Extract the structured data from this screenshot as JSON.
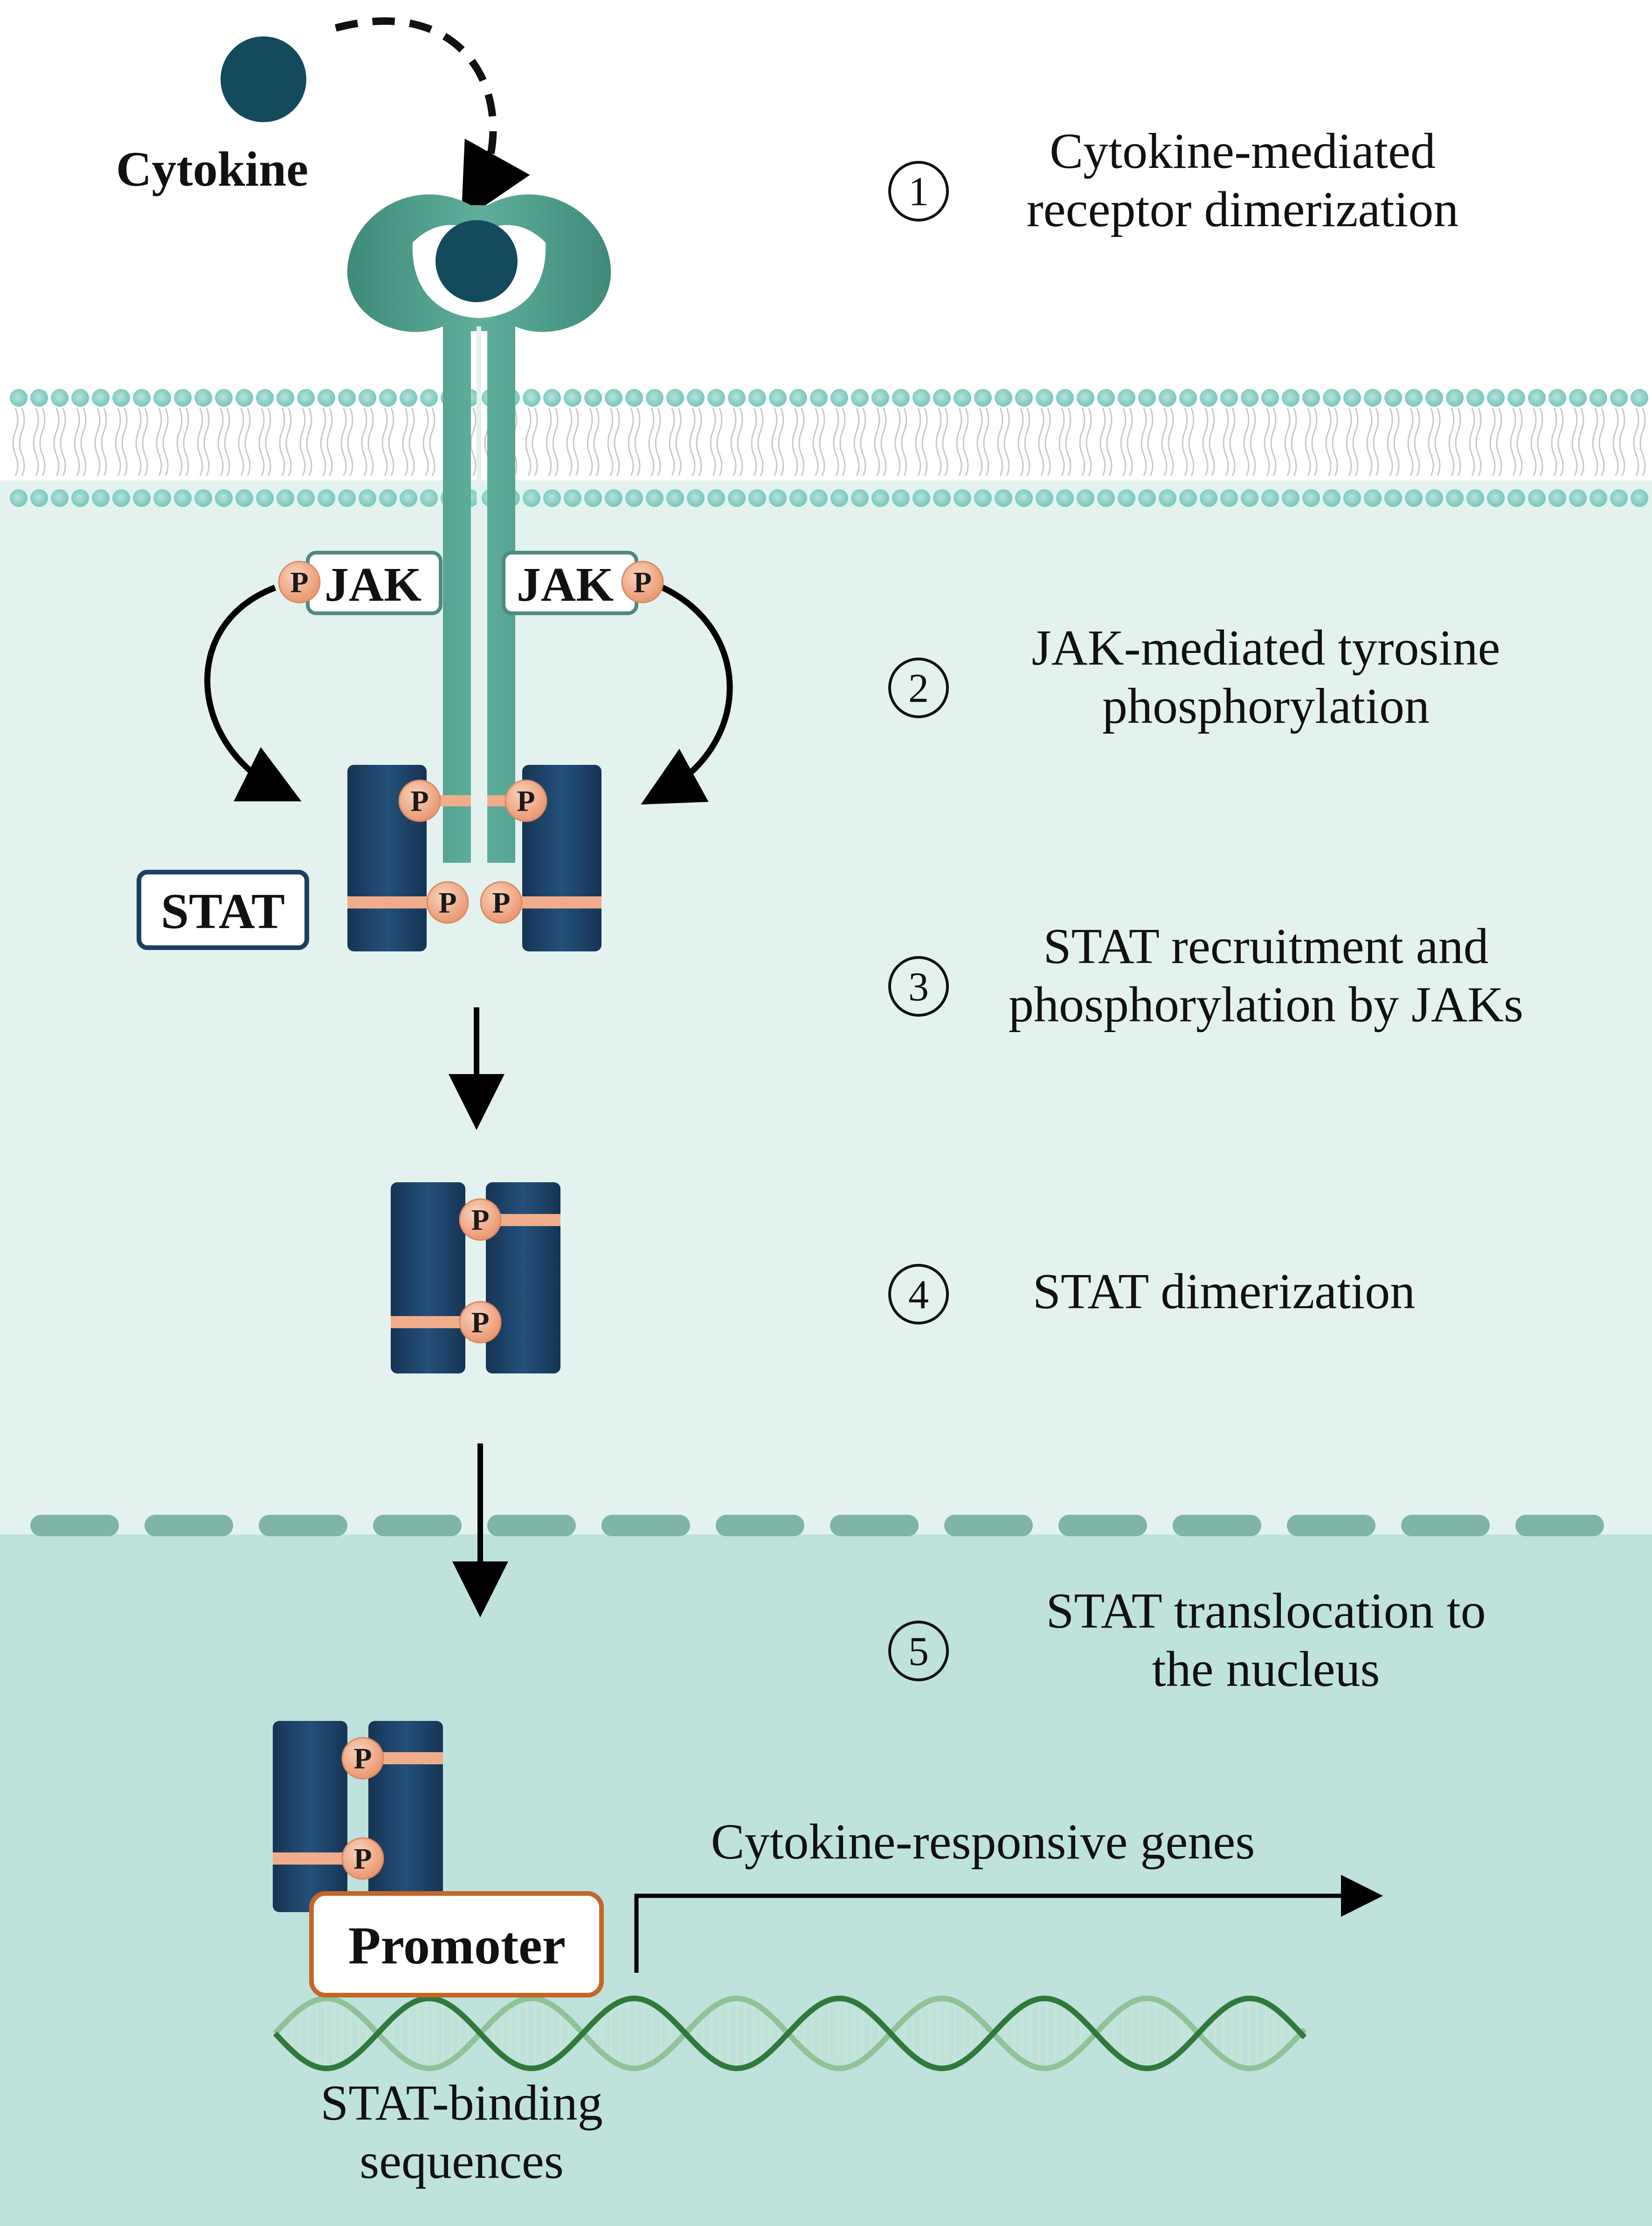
{
  "labels": {
    "cytokine": "Cytokine",
    "jak_left": "JAK",
    "jak_right": "JAK",
    "stat": "STAT",
    "promoter": "Promoter",
    "genes": "Cytokine-responsive genes",
    "binding_line1": "STAT-binding",
    "binding_line2": "sequences",
    "phospho": "P"
  },
  "steps": [
    {
      "num": "1",
      "line1": "Cytokine-mediated",
      "line2": "receptor dimerization"
    },
    {
      "num": "2",
      "line1": "JAK-mediated tyrosine",
      "line2": "phosphorylation"
    },
    {
      "num": "3",
      "line1": "STAT recruitment and",
      "line2": "phosphorylation by JAKs"
    },
    {
      "num": "4",
      "line1": "STAT dimerization",
      "line2": ""
    },
    {
      "num": "5",
      "line1": "STAT translocation to",
      "line2": "the nucleus"
    }
  ],
  "colors": {
    "stat_navy": "#1d3f62",
    "receptor_teal": "#4e9a89",
    "cytokine": "#134a5e",
    "phospho_fill": "#f1ad8b",
    "cytoplasm": "#e4f2ef",
    "nucleus": "#bfe2dc",
    "nuclear_membrane": "#7fb4a8",
    "promoter_border": "#c4662a",
    "dna_dark": "#2f7a3a",
    "dna_light": "#8fc296"
  }
}
